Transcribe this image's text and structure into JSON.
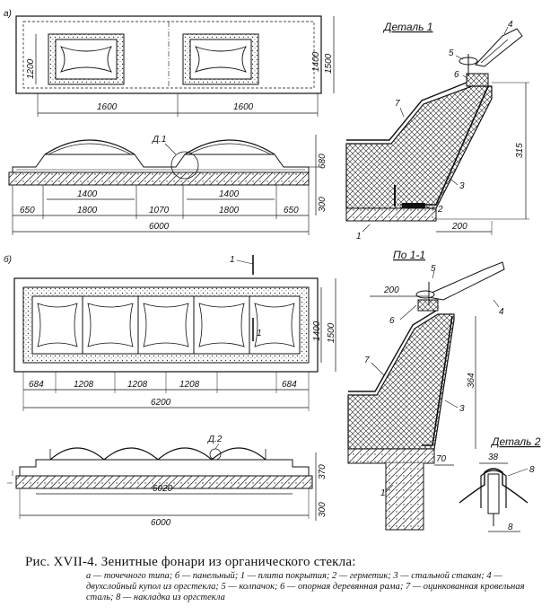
{
  "panel_a": {
    "label": "а)",
    "dims_plan": [
      "1600",
      "1600",
      "1200",
      "1400",
      "1500"
    ],
    "callout": "Д.1",
    "dims_section": [
      "680",
      "300",
      "1400",
      "1400",
      "650",
      "1800",
      "1070",
      "1800",
      "650",
      "6000"
    ]
  },
  "detail1": {
    "title": "Деталь 1",
    "dims": [
      "315",
      "200"
    ],
    "numbers": [
      "1",
      "2",
      "3",
      "4",
      "5",
      "6",
      "7"
    ]
  },
  "panel_b": {
    "label": "б)",
    "cut_mark": "1",
    "cut_mark_lower": "1",
    "dims_plan": [
      "1400",
      "1500",
      "684",
      "1208",
      "1208",
      "1208",
      "684",
      "6200"
    ],
    "callout": "Д.2",
    "dims_section": [
      "6020",
      "370",
      "300",
      "6000"
    ]
  },
  "section11": {
    "title": "По 1-1",
    "dims": [
      "200",
      "364",
      "70"
    ],
    "numbers": [
      "1",
      "3",
      "4",
      "5",
      "6",
      "7"
    ]
  },
  "detail2": {
    "title": "Деталь 2",
    "dims": [
      "38",
      "8"
    ],
    "numbers": [
      "8"
    ]
  },
  "caption": {
    "title": "Рис. XVII-4. Зенитные фонари из органического стекла:",
    "body": "а — точечного типа; б — панельный; 1 — плита покрытия; 2 — герметик; 3 — стальной стакан; 4 — двухслойный купол из оргстекла; 5 — колпачок; 6 — опорная деревянная рама; 7 — оцинкованная кровельная сталь; 8 — накладка из оргстекла"
  }
}
